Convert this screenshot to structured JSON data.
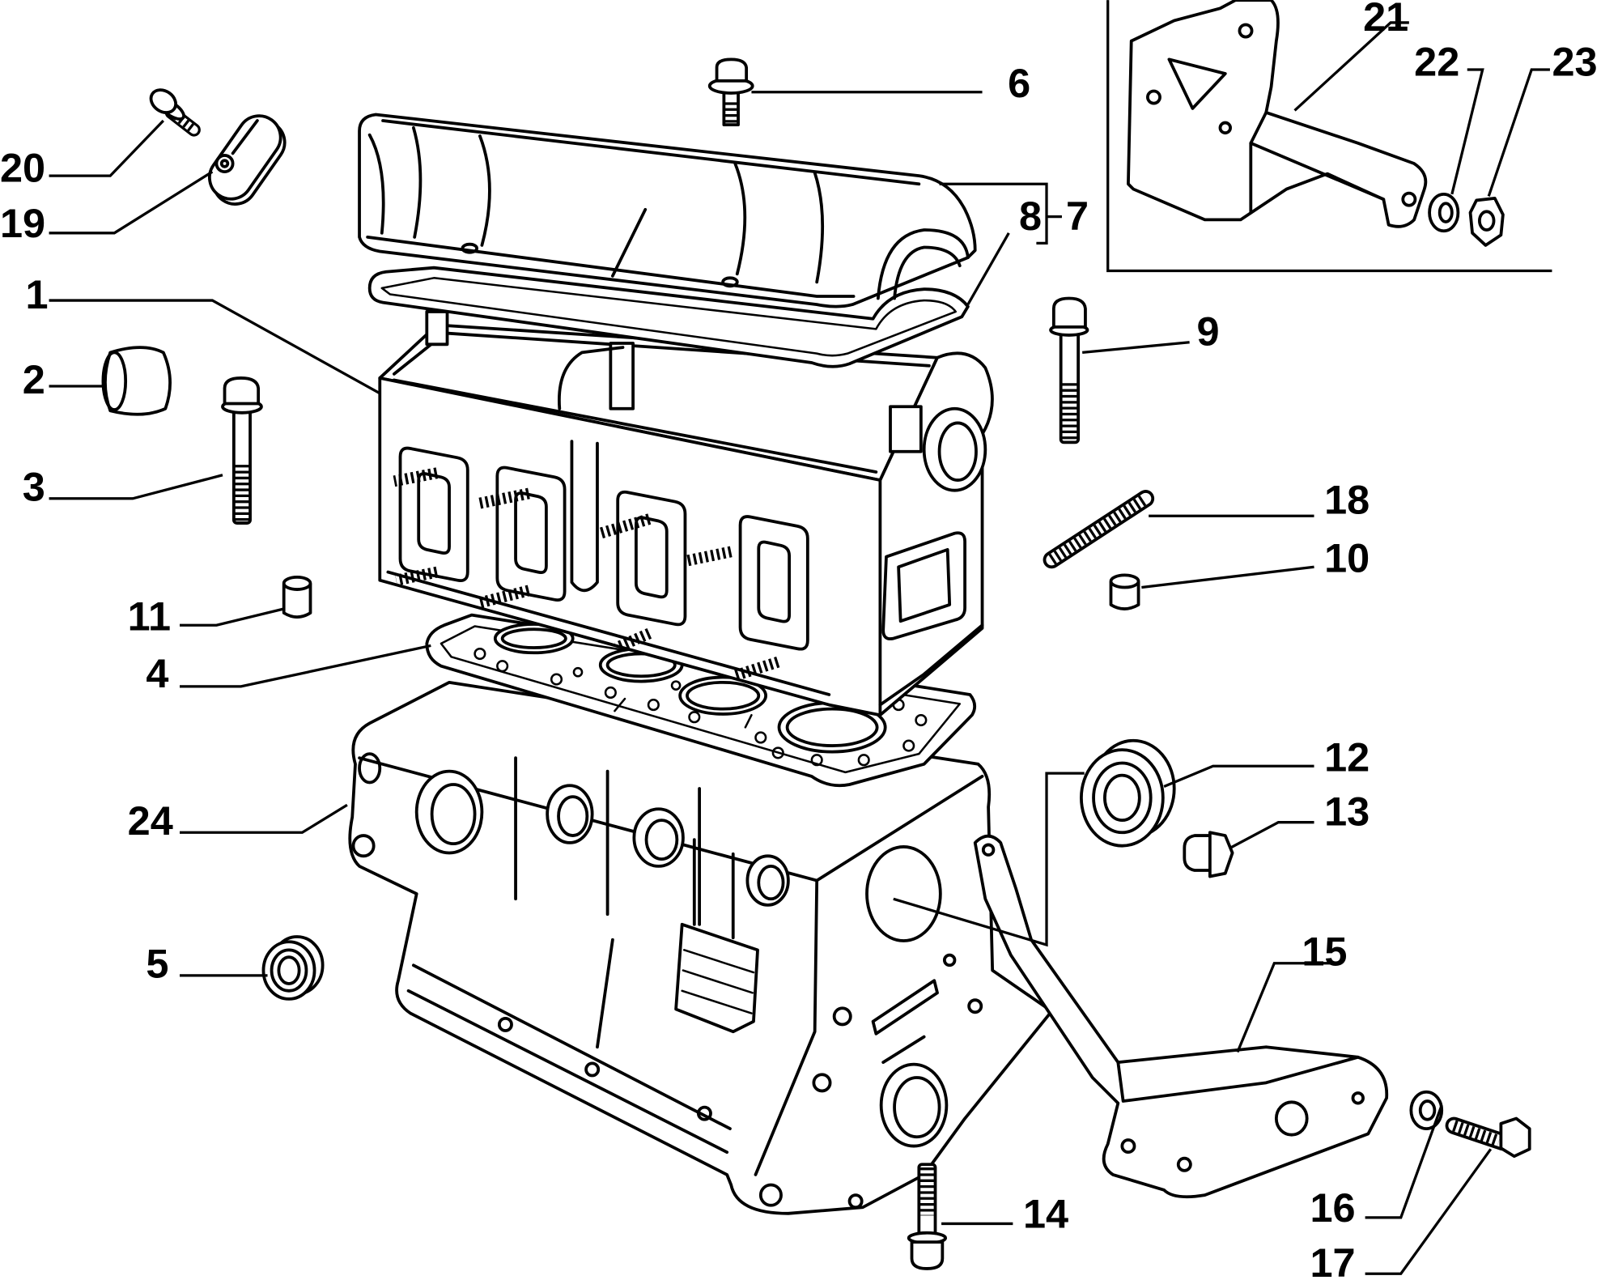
{
  "diagram": {
    "callouts": [
      "1",
      "2",
      "3",
      "4",
      "5",
      "6",
      "7",
      "8",
      "9",
      "10",
      "11",
      "12",
      "13",
      "14",
      "15",
      "16",
      "17",
      "18",
      "19",
      "20",
      "21",
      "22",
      "23",
      "24"
    ]
  },
  "colors": {
    "line": "#000000",
    "background": "#ffffff"
  }
}
